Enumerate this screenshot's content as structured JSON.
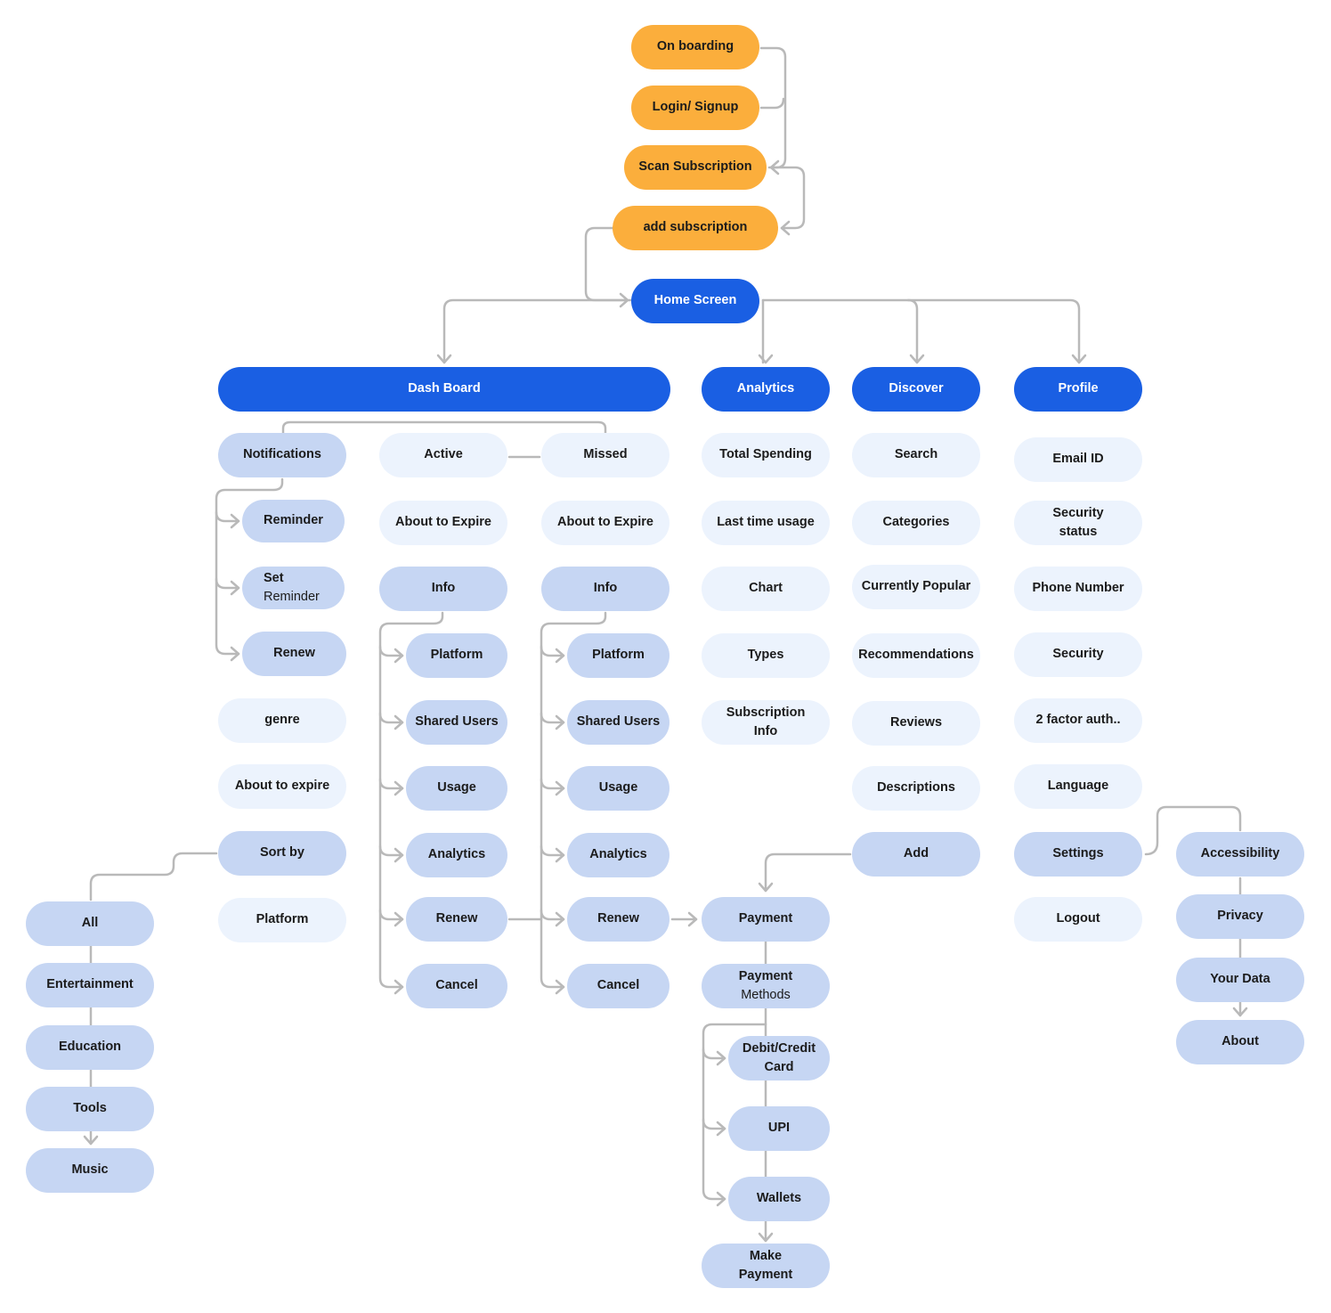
{
  "diagram": {
    "top_flow": {
      "onboarding": "On boarding",
      "login": "Login/ Signup",
      "scan": "Scan Subscription",
      "add_subscription": "add subscription",
      "home": "Home Screen"
    },
    "sections": {
      "dashboard": "Dash Board",
      "analytics": "Analytics",
      "discover": "Discover",
      "profile": "Profile"
    },
    "dashboard": {
      "notifications": "Notifications",
      "reminder": "Reminder",
      "set_reminder_line1": "Set",
      "set_reminder_line2": "Reminder",
      "renew": "Renew",
      "genre": "genre",
      "about_to_expire": "About to expire",
      "sort_by": "Sort by",
      "platform": "Platform",
      "categories": [
        "All",
        "Entertainment",
        "Education",
        "Tools",
        "Music"
      ],
      "active": {
        "title": "Active",
        "about": "About to Expire",
        "info": "Info",
        "items": [
          "Platform",
          "Shared Users",
          "Usage",
          "Analytics",
          "Renew",
          "Cancel"
        ]
      },
      "missed": {
        "title": "Missed",
        "about": "About to Expire",
        "info": "Info",
        "items": [
          "Platform",
          "Shared Users",
          "Usage",
          "Analytics",
          "Renew",
          "Cancel"
        ]
      }
    },
    "analytics": {
      "items": [
        "Total Spending",
        "Last time usage",
        "Chart",
        "Types",
        "Subscription\nInfo"
      ]
    },
    "payment": {
      "payment": "Payment",
      "methods_line1": "Payment",
      "methods_line2": "Methods",
      "methods": [
        "Debit/Credit\nCard",
        "UPI",
        "Wallets"
      ],
      "make_payment": "Make\nPayment"
    },
    "discover": {
      "items": [
        "Search",
        "Categories",
        "Currently Popular",
        "Recommendations",
        "Reviews",
        "Descriptions",
        "Add"
      ]
    },
    "profile": {
      "items": [
        "Email ID",
        "Security\nstatus",
        "Phone Number",
        "Security",
        "2 factor auth..",
        "Language",
        "Settings",
        "Logout"
      ],
      "settings_items": [
        "Accessibility",
        "Privacy",
        "Your Data",
        "About"
      ]
    }
  },
  "colors": {
    "orange": "#FBAE3C",
    "primary_blue": "#1A5FE3",
    "mid_blue": "#C6D6F3",
    "light_blue": "#ECF3FD",
    "connector": "#B9B9B9"
  }
}
